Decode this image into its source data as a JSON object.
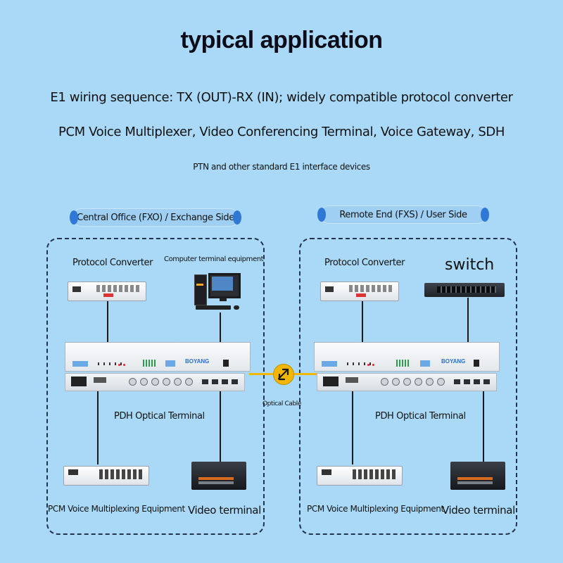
{
  "header": {
    "title": "typical application",
    "line1": "E1 wiring sequence: TX (OUT)-RX (IN); widely compatible protocol converter",
    "line2": "PCM Voice Multiplexer, Video Conferencing Terminal, Voice Gateway, SDH",
    "line3": "PTN and other standard E1 interface devices"
  },
  "left": {
    "heading": "Central Office (FXO) / Exchange Side",
    "protocol_converter": "Protocol Converter",
    "computer": "Computer terminal equipment",
    "pdh": "PDH Optical Terminal",
    "pcm": "PCM Voice Multiplexing Equipment",
    "video": "Video terminal"
  },
  "right": {
    "heading": "Remote End (FXS) / User Side",
    "protocol_converter": "Protocol Converter",
    "switch": "switch",
    "pdh": "PDH Optical Terminal",
    "pcm": "PCM Voice Multiplexing Equipment",
    "video": "Video terminal"
  },
  "link": {
    "label": "Optical Cable"
  },
  "brand": "BOYANG",
  "colors": {
    "background": "#a9d9f6",
    "accent": "#2f78d6",
    "cable": "#f2b705"
  }
}
